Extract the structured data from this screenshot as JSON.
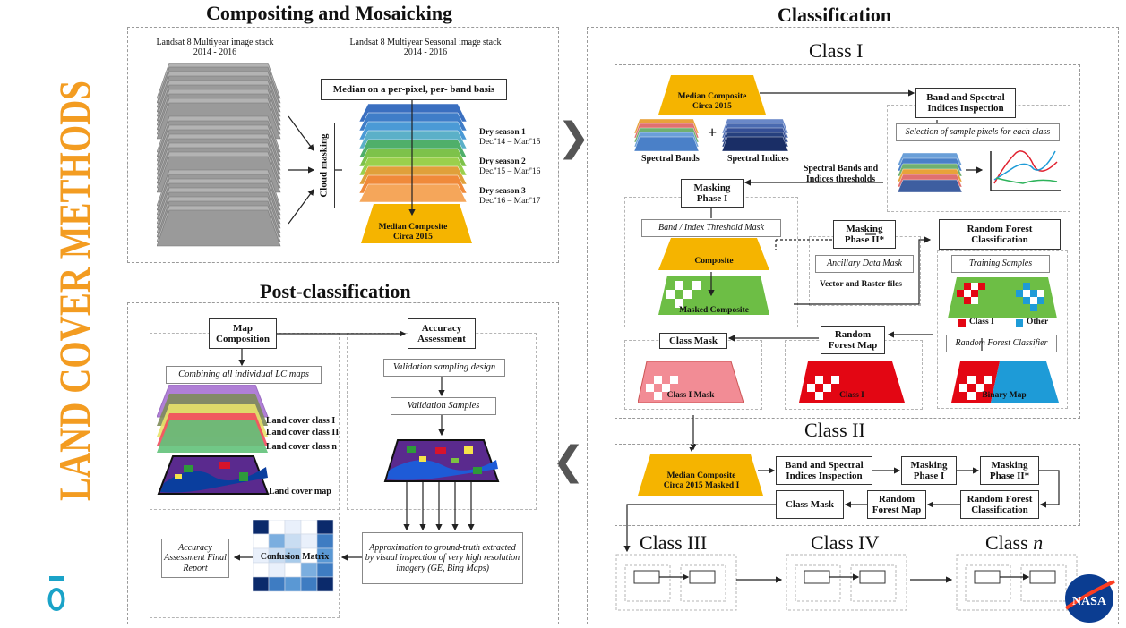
{
  "side_title": "LAND COVER METHODS",
  "colors": {
    "accent_orange": "#F39C21",
    "composite_yellow": "#F5B400",
    "mask_green": "#6DBE45",
    "red": "#E30613",
    "blue": "#1E9BD7",
    "logo_teal": "#1AA3C8"
  },
  "compositing": {
    "title": "Compositing and Mosaicking",
    "stack1_label": "Landsat 8 Multiyear image stack",
    "stack1_years": "2014 - 2016",
    "stack2_label": "Landsat 8 Multiyear Seasonal image stack",
    "stack2_years": "2014 - 2016",
    "median_box": "Median on a per-pixel, per- band basis",
    "cloud_masking": "Cloud masking",
    "seasons": [
      {
        "name": "Dry season 1",
        "dates": "Dec/'14 – Mar/'15"
      },
      {
        "name": "Dry season 2",
        "dates": "Dec/'15 – Mar/'16"
      },
      {
        "name": "Dry season 3",
        "dates": "Dec/'16 – Mar/'17"
      }
    ],
    "composite_line1": "Median Composite",
    "composite_line2": "Circa 2015"
  },
  "classification": {
    "title": "Classification",
    "class1": {
      "title": "Class I",
      "composite_line1": "Median Composite",
      "composite_line2": "Circa 2015",
      "spectral_bands": "Spectral Bands",
      "spectral_indices": "Spectral Indices",
      "plus": "+",
      "inspection": "Band and Spectral Indices Inspection",
      "selection": "Selection of sample pixels for each class",
      "thresholds": "Spectral Bands and Indices thresholds",
      "masking1": "Masking Phase I",
      "threshold_mask": "Band / Index Threshold Mask",
      "composite": "Composite",
      "masked_composite": "Masked Composite",
      "masking2": "Masking Phase II*",
      "ancillary": "Ancillary Data Mask",
      "vector_raster": "Vector and Raster files",
      "rf_classification": "Random Forest Classification",
      "training_samples": "Training Samples",
      "legend_class1": "Class I",
      "legend_other": "Other",
      "rf_classifier": "Random Forest Classifier",
      "rf_map": "Random Forest Map",
      "class_mask": "Class Mask",
      "class1_mask": "Class I Mask",
      "class1_label": "Class I",
      "binary_map": "Binary Map"
    },
    "class2": {
      "title": "Class II",
      "composite_line1": "Median Composite",
      "composite_line2": "Circa 2015 Masked I",
      "inspection": "Band and Spectral Indices Inspection",
      "masking1": "Masking Phase I",
      "masking2": "Masking Phase II*",
      "rf_classification": "Random Forest Classification",
      "rf_map": "Random Forest Map",
      "class_mask": "Class Mask"
    },
    "class3_title": "Class III",
    "class4_title": "Class IV",
    "classn_title_prefix": "Class ",
    "classn_title_italic": "n"
  },
  "post": {
    "title": "Post-classification",
    "map_composition": "Map Composition",
    "combining": "Combining all individual LC maps",
    "lc_class1": "Land cover class I",
    "lc_class2": "Land cover class II",
    "lc_classn": "Land cover class n",
    "lc_map": "Land cover map",
    "accuracy": "Accuracy Assessment",
    "validation_design": "Validation sampling design",
    "validation_samples": "Validation Samples",
    "approximation": "Approximation to ground-truth extracted by visual inspection of very high resolution imagery (GE, Bing Maps)",
    "confusion_matrix": "Confusion Matrix",
    "final_report": "Accuracy Assessment Final Report"
  },
  "nav": {
    "next": "❯",
    "prev": "❮"
  },
  "nasa_logo": "NASA"
}
